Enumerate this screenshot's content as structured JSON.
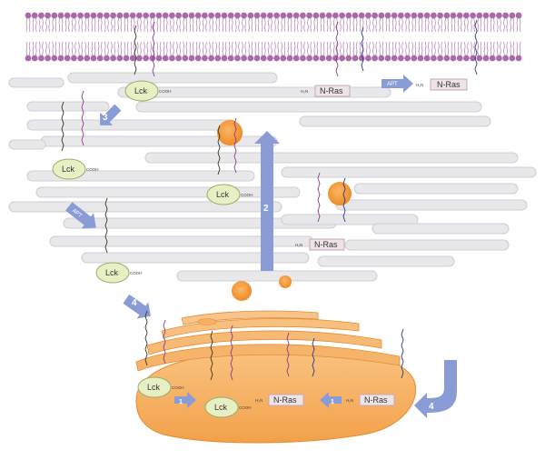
{
  "labels": {
    "lck": "Lck",
    "nras": "N-Ras",
    "h2n": "H₂N",
    "cooh": "COOH",
    "apt": "APT"
  },
  "steps": {
    "one": "1",
    "two": "2",
    "three": "3",
    "four": "4"
  },
  "colors": {
    "membrane_head": "#a86aa8",
    "membrane_tail": "#b98cb9",
    "er": "#e8e8ea",
    "golgi": "#f4a953",
    "vesicle": "#f0922e",
    "arrow": "#8a9cd6",
    "lck_fill": "#e6f0c4",
    "nras_fill": "#eee4e8"
  }
}
